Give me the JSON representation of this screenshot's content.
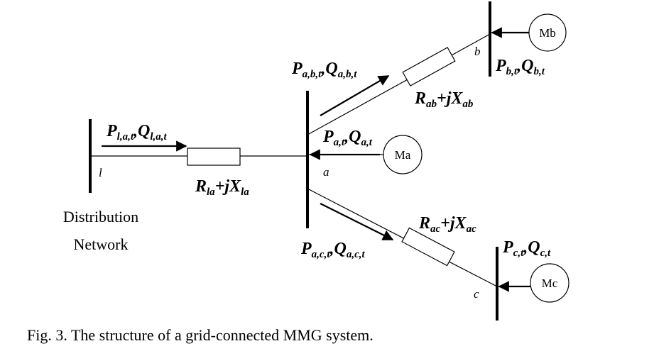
{
  "diagram": {
    "buses": {
      "l": {
        "label": "l"
      },
      "a": {
        "label": "a"
      },
      "b": {
        "label": "b"
      },
      "c": {
        "label": "c"
      }
    },
    "network_label_line1": "Distribution",
    "network_label_line2": "Network",
    "generators": {
      "ma": "Ma",
      "mb": "Mb",
      "mc": "Mc"
    },
    "flows": {
      "la": {
        "p": "P",
        "p_sub": "l,a,t",
        "sep": ",",
        "q": "Q",
        "q_sub": "l,a,t"
      },
      "ab": {
        "p": "P",
        "p_sub": "a,b,t",
        "sep": ",",
        "q": "Q",
        "q_sub": "a,b,t"
      },
      "ac": {
        "p": "P",
        "p_sub": "a,c,t",
        "sep": ",",
        "q": "Q",
        "q_sub": "a,c,t"
      },
      "a": {
        "p": "P",
        "p_sub": "a,t",
        "sep": ",",
        "q": "Q",
        "q_sub": "a,t"
      },
      "b": {
        "p": "P",
        "p_sub": "b,t",
        "sep": ",",
        "q": "Q",
        "q_sub": "b,t"
      },
      "c": {
        "p": "P",
        "p_sub": "c,t",
        "sep": ",",
        "q": "Q",
        "q_sub": "c,t"
      }
    },
    "impedances": {
      "la": {
        "r": "R",
        "r_sub": "la",
        "plus": "+",
        "j": "j",
        "x": "X",
        "x_sub": "la"
      },
      "ab": {
        "r": "R",
        "r_sub": "ab",
        "plus": "+",
        "j": "j",
        "x": "X",
        "x_sub": "ab"
      },
      "ac": {
        "r": "R",
        "r_sub": "ac",
        "plus": "+",
        "j": "j",
        "x": "X",
        "x_sub": "ac"
      }
    }
  },
  "caption": "Fig. 3. The structure of a grid-connected MMG system."
}
